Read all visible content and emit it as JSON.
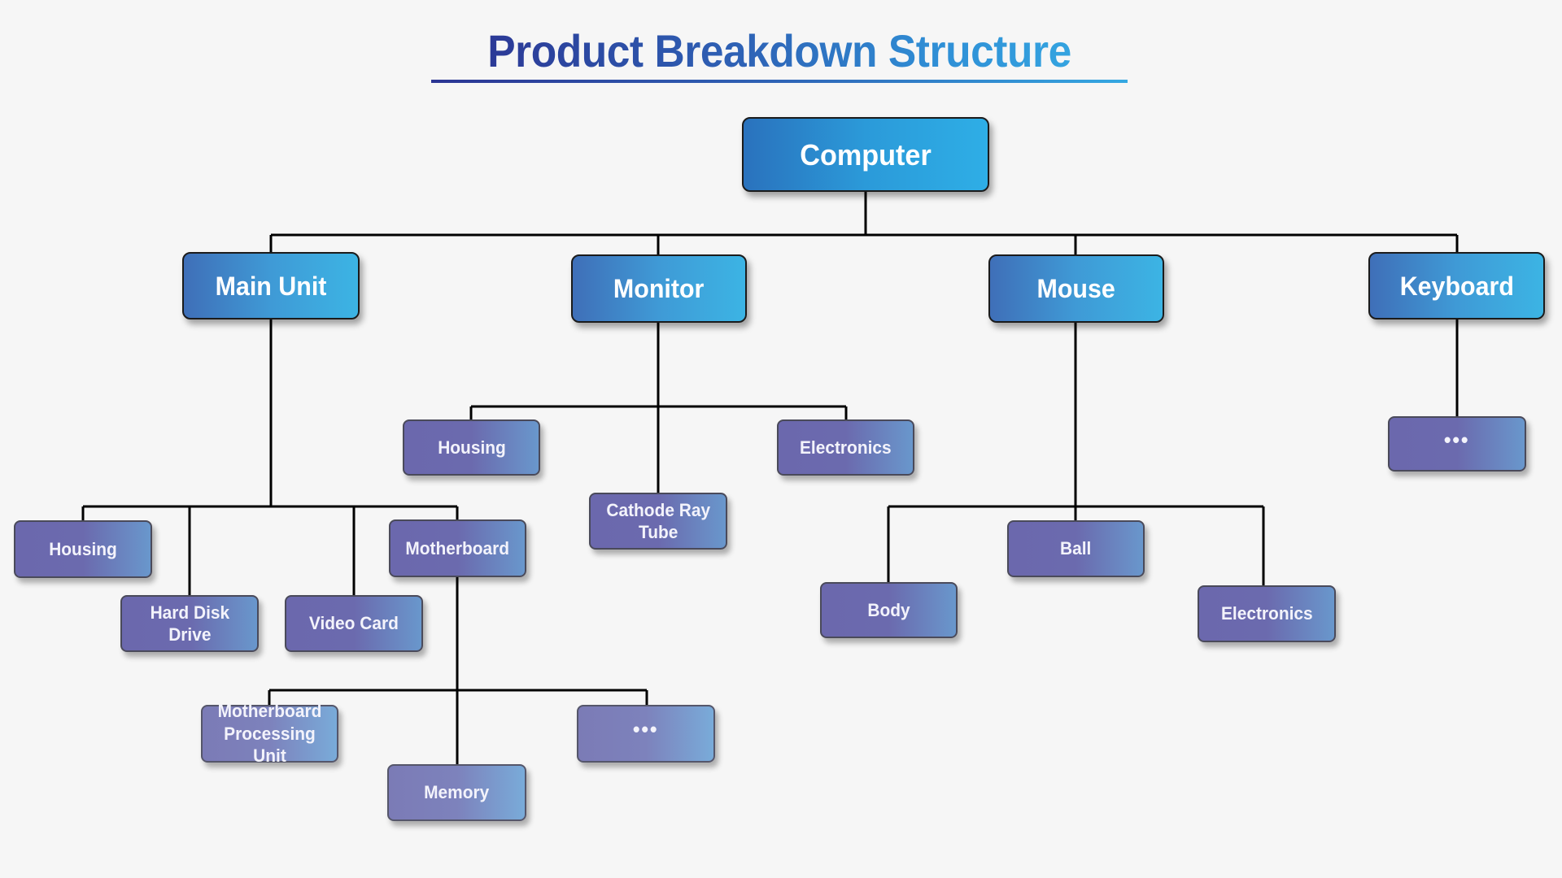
{
  "title": "Product Breakdown Structure",
  "colors": {
    "background": "#f6f6f6",
    "title_start": "#2b3593",
    "title_end": "#35a8e2",
    "root_fill_start": "#2a72bd",
    "root_fill_end": "#2eaee6",
    "level1_fill_start": "#3f6fb8",
    "level1_fill_end": "#3cb4e4",
    "level2_fill_start": "#6b68ad",
    "level2_fill_end": "#6997cc",
    "level3_fill_start": "#7b7bb6",
    "level3_fill_end": "#79abd9",
    "connector": "#000000"
  },
  "tree": {
    "root": {
      "label": "Computer"
    },
    "main_unit": {
      "label": "Main Unit",
      "children": {
        "housing": "Housing",
        "hard_disk": "Hard Disk\nDrive",
        "video_card": "Video Card",
        "motherboard": {
          "label": "Motherboard",
          "children": {
            "processing_unit": "Motherboard\nProcessing  Unit",
            "memory": "Memory",
            "more": "•••"
          }
        }
      }
    },
    "monitor": {
      "label": "Monitor",
      "children": {
        "housing": "Housing",
        "crt": "Cathode Ray\nTube",
        "electronics": "Electronics"
      }
    },
    "mouse": {
      "label": "Mouse",
      "children": {
        "body": "Body",
        "ball": "Ball",
        "electronics": "Electronics"
      }
    },
    "keyboard": {
      "label": "Keyboard",
      "children": {
        "more": "•••"
      }
    }
  }
}
